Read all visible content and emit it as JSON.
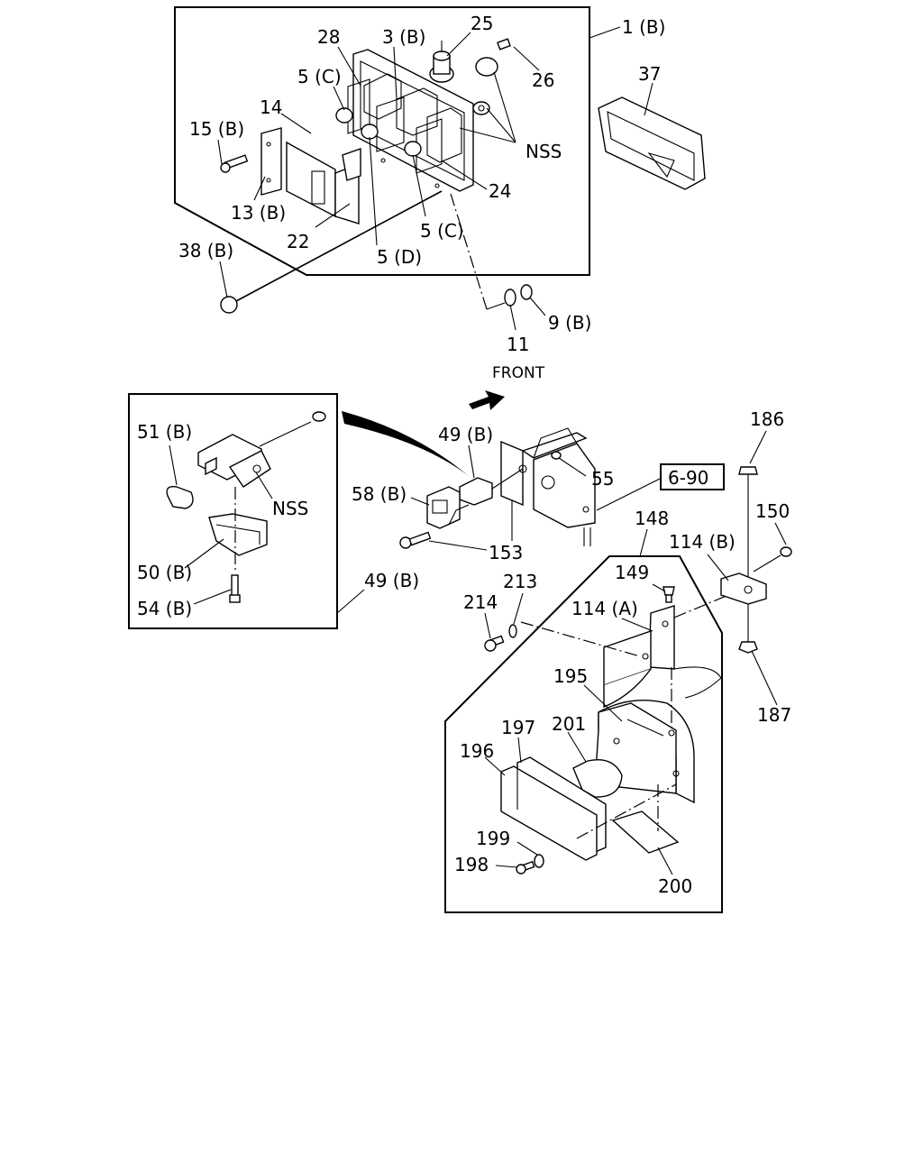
{
  "callouts": {
    "c_1b": "1 (B)",
    "c_25": "25",
    "c_3b": "3 (B)",
    "c_28": "28",
    "c_26": "26",
    "c_5c_top": "5 (C)",
    "c_14": "14",
    "c_15b": "15 (B)",
    "c_nss_top": "NSS",
    "c_37": "37",
    "c_13b": "13 (B)",
    "c_24": "24",
    "c_22": "22",
    "c_5c_bot": "5 (C)",
    "c_5d": "5 (D)",
    "c_38b": "38 (B)",
    "c_9b": "9 (B)",
    "c_11": "11",
    "c_front": "FRONT",
    "c_51b": "51 (B)",
    "c_49b_top": "49 (B)",
    "c_55": "55",
    "c_186": "186",
    "c_ref": "6-90",
    "c_58b": "58 (B)",
    "c_nss_inset": "NSS",
    "c_153": "153",
    "c_148": "148",
    "c_150": "150",
    "c_114b": "114 (B)",
    "c_50b": "50 (B)",
    "c_49b_bot": "49 (B)",
    "c_213": "213",
    "c_149": "149",
    "c_54b": "54 (B)",
    "c_214": "214",
    "c_114a": "114 (A)",
    "c_195": "195",
    "c_187": "187",
    "c_197": "197",
    "c_201": "201",
    "c_196": "196",
    "c_199": "199",
    "c_198": "198",
    "c_200": "200"
  }
}
